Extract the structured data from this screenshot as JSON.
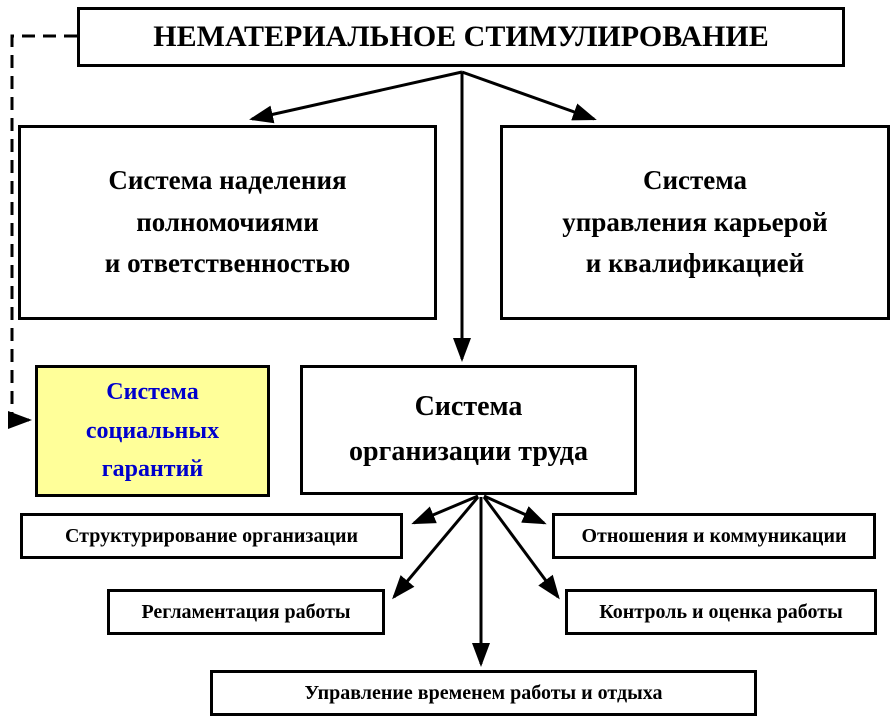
{
  "diagram": {
    "title": "НЕМАТЕРИАЛЬНОЕ СТИМУЛИРОВАНИЕ",
    "boxes": {
      "authority": {
        "label": "Система наделения\nполномочиями\nи ответственностью"
      },
      "career": {
        "label": "Система\nуправления карьерой\nи квалификацией"
      },
      "social_guarantees": {
        "label": "Система\nсоциальных\nгарантий",
        "bg": "#FFFF99",
        "text_color": "#0000CC"
      },
      "labor_organization": {
        "label": "Система\nорганизации труда"
      },
      "structuring": {
        "label": "Структурирование организации"
      },
      "relations": {
        "label": "Отношения и коммуникации"
      },
      "regulation": {
        "label": "Регламентация работы"
      },
      "control": {
        "label": "Контроль и оценка работы"
      },
      "time_management": {
        "label": "Управление временем работы и отдыха"
      }
    },
    "colors": {
      "border": "#000000",
      "background": "#FFFFFF",
      "arrow": "#000000"
    }
  }
}
